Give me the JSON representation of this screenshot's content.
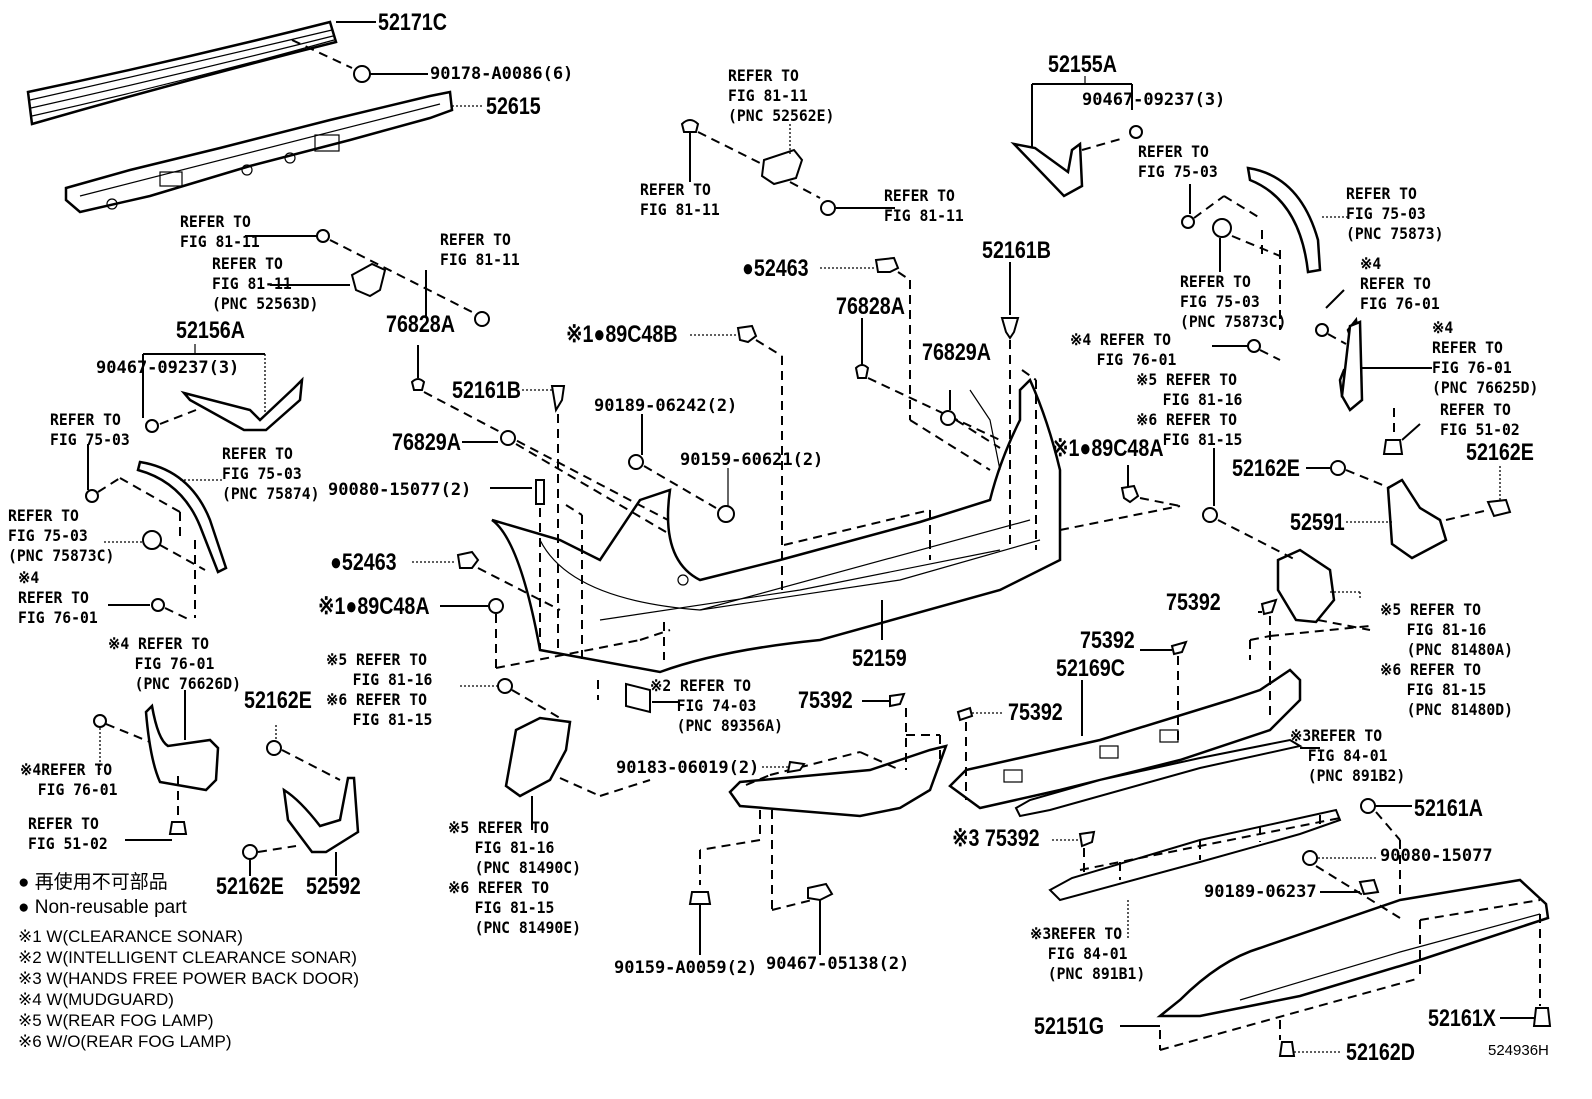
{
  "diagram": {
    "figure_id": "524936H",
    "legend": {
      "non_reusable_jp": "● 再使用不可部品",
      "non_reusable_en": "● Non-reusable part",
      "notes": [
        "※1 W(CLEARANCE SONAR)",
        "※2 W(INTELLIGENT CLEARANCE SONAR)",
        "※3 W(HANDS FREE POWER BACK DOOR)",
        "※4 W(MUDGUARD)",
        "※5 W(REAR FOG LAMP)",
        "※6 W/O(REAR FOG LAMP)"
      ]
    },
    "parts": {
      "p52171C": "52171C",
      "p90178": "90178-A0086(6)",
      "p52615": "52615",
      "p52155A": "52155A",
      "p90467_r": "90467-09237(3)",
      "p52156A": "52156A",
      "p90467_l": "90467-09237(3)",
      "p52463_top": "●52463",
      "p52463_left": "●52463",
      "p52161B_r": "52161B",
      "p52161B_l": "52161B",
      "p76828A_l": "76828A",
      "p76828A_r": "76828A",
      "p76829A_l": "76829A",
      "p76829A_r": "76829A",
      "p89C48B": "※1●89C48B",
      "p89C48A_l": "※1●89C48A",
      "p89C48A_r": "※1●89C48A",
      "p90189_06242": "90189-06242(2)",
      "p90159_60621": "90159-60621(2)",
      "p90080_15077_2": "90080-15077(2)",
      "p52159": "52159",
      "p52162E_l": "52162E",
      "p52162E_bl": "52162E",
      "p52592": "52592",
      "p52162E_r1": "52162E",
      "p52162E_r2": "52162E",
      "p52591": "52591",
      "p75392_a": "75392",
      "p75392_b": "75392",
      "p75392_c": "75392",
      "p75392_d": "75392",
      "p75392_e": "※3 75392",
      "p52169C": "52169C",
      "p90183": "90183-06019(2)",
      "p90159_A0059": "90159-A0059(2)",
      "p90467_05138": "90467-05138(2)",
      "p52161A": "52161A",
      "p90080_15077": "90080-15077",
      "p90189_06237": "90189-06237",
      "p52151G": "52151G",
      "p52162D": "52162D",
      "p52161X": "52161X"
    },
    "refs": {
      "r_top_c1": "REFER TO\nFIG 81-11\n(PNC 52562E)",
      "r_top_c2": "REFER TO\nFIG 81-11",
      "r_top_c3": "REFER TO\nFIG 81-11",
      "r_l1": "REFER TO\nFIG 81-11",
      "r_l2": "REFER TO\nFIG 81-11\n(PNC 52563D)",
      "r_l3": "REFER TO\nFIG 81-11",
      "r_l4": "REFER TO\nFIG 75-03",
      "r_l5": "REFER TO\nFIG 75-03\n(PNC 75874)",
      "r_l6": "REFER TO\nFIG 75-03\n(PNC 75873C)",
      "r_l7": "※4\nREFER TO\nFIG 76-01",
      "r_l8": "※4 REFER TO\n   FIG 76-01\n   (PNC 76626D)",
      "r_l9": "※4REFER TO\n  FIG 76-01",
      "r_l10": "REFER TO\nFIG 51-02",
      "r_m1": "※5 REFER TO\n   FIG 81-16\n※6 REFER TO\n   FIG 81-15",
      "r_m2": "※2 REFER TO\n   FIG 74-03\n   (PNC 89356A)",
      "r_m3": "※5 REFER TO\n   FIG 81-16\n   (PNC 81490C)\n※6 REFER TO\n   FIG 81-15\n   (PNC 81490E)",
      "r_r1": "REFER TO\nFIG 75-03",
      "r_r2": "REFER TO\nFIG 75-03\n(PNC 75873)",
      "r_r3": "REFER TO\nFIG 75-03\n(PNC 75873C)",
      "r_r4": "※4\nREFER TO\nFIG 76-01",
      "r_r5": "※4 REFER TO\n   FIG 76-01",
      "r_r6": "※4\nREFER TO\nFIG 76-01\n(PNC 76625D)",
      "r_r7": "※5 REFER TO\n   FIG 81-16\n※6 REFER TO\n   FIG 81-15",
      "r_r8": "REFER TO\nFIG 51-02",
      "r_r9": "※5 REFER TO\n   FIG 81-16\n   (PNC 81480A)\n※6 REFER TO\n   FIG 81-15\n   (PNC 81480D)",
      "r_r10": "※3REFER TO\n  FIG 84-01\n  (PNC 891B2)",
      "r_r11": "※3REFER TO\n  FIG 84-01\n  (PNC 891B1)"
    }
  }
}
